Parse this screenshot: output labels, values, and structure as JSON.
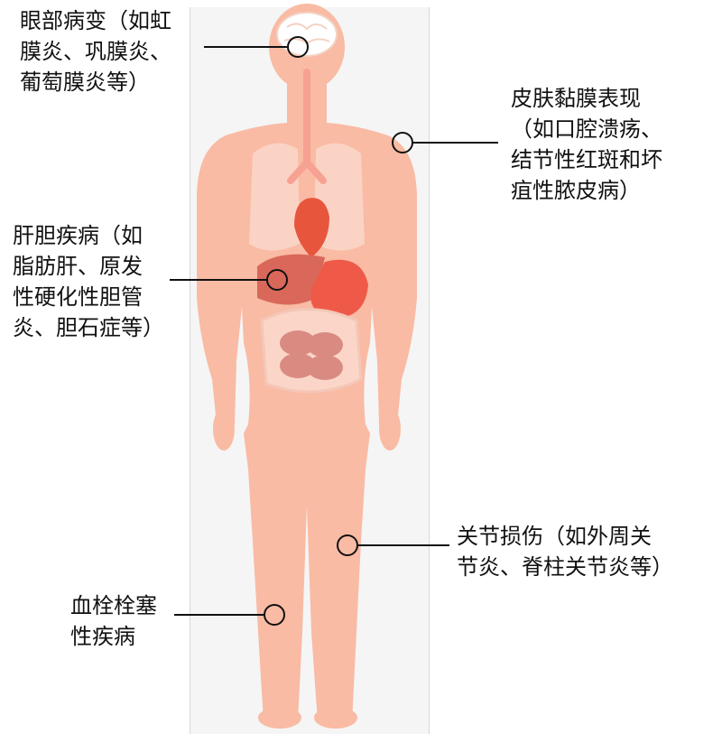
{
  "annotations": {
    "eye": "眼部病变（如虹\n膜炎、巩膜炎、\n葡萄膜炎等）",
    "skin": "皮肤黏膜表现\n（如口腔溃疡、\n结节性红斑和坏\n疽性脓皮病）",
    "liver": "肝胆疾病（如\n脂肪肝、原发\n性硬化性胆管\n炎、胆石症等）",
    "joint": "关节损伤（如外周关\n节炎、脊柱关节炎等）",
    "thrombo": "血栓栓塞\n性疾病"
  },
  "colors": {
    "skin": "#f9bba4",
    "organ_light": "#fbd6c8",
    "heart": "#e8553d",
    "liver": "#d9685a",
    "stomach": "#ef5a48",
    "intestine": "#d98b82",
    "brain": "#ffffff",
    "marker": "#111111"
  }
}
